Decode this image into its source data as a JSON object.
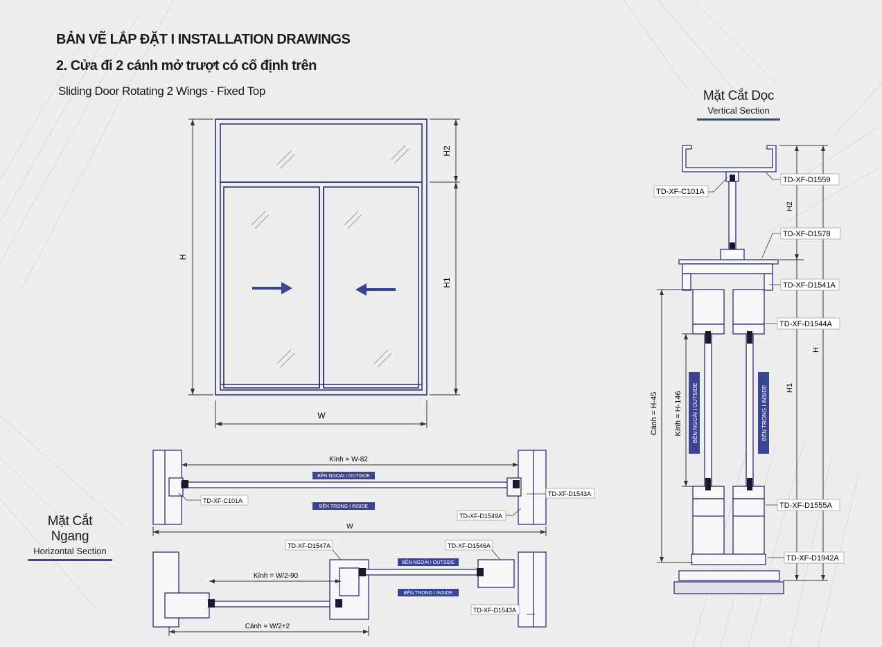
{
  "header": {
    "title_line1": "BẢN VẼ LẮP ĐẶT  I  INSTALLATION DRAWINGS",
    "title_line2": "2. Cửa đi 2 cánh mở trượt có cố định trên",
    "subtitle": "Sliding Door Rotating 2 Wings - Fixed Top"
  },
  "elevation": {
    "labels": {
      "H": "H",
      "H1": "H1",
      "H2": "H2",
      "W": "W"
    }
  },
  "vertical_section": {
    "title_vn": "Mặt Cắt Dọc",
    "title_en": "Vertical Section",
    "parts": [
      "TD-XF-C101A",
      "TD-XF-D1559",
      "TD-XF-D1578",
      "TD-XF-D1541A",
      "TD-XF-D1544A",
      "TD-XF-D1555A",
      "TD-XF-D1942A"
    ],
    "dims": {
      "H2": "H2",
      "H": "H",
      "H1": "H1",
      "canh": "Cánh = H-45",
      "kinh": "Kính = H-146"
    },
    "badges": {
      "outside": "BÊN NGOÀI  I  OUTSIDE",
      "inside": "BÊN TRONG  I  INSIDE"
    }
  },
  "horizontal_section": {
    "title_vn": "Mặt Cắt Ngang",
    "title_en": "Horizontal Section",
    "top": {
      "kinh": "Kính = W-82",
      "w": "W",
      "outside": "BÊN NGOÀI  I OUTSIDE",
      "inside": "BÊN TRONG   I INSIDE",
      "parts": [
        "TD-XF-C101A",
        "TD-XF-D1543A",
        "TD-XF-D1549A"
      ]
    },
    "bottom": {
      "kinh": "Kính = W/2-90",
      "canh": "Cánh = W/2+2",
      "outside": "BÊN NGOÀI  I OUTSIDE",
      "inside": "BÊN TRONG    I INSIDE",
      "parts": [
        "TD-XF-D1547A",
        "TD-XF-D1546A",
        "TD-XF-D1543A"
      ]
    }
  },
  "colors": {
    "accent": "#3a4490",
    "line": "#2b2f72",
    "badge": "#3a4490"
  }
}
